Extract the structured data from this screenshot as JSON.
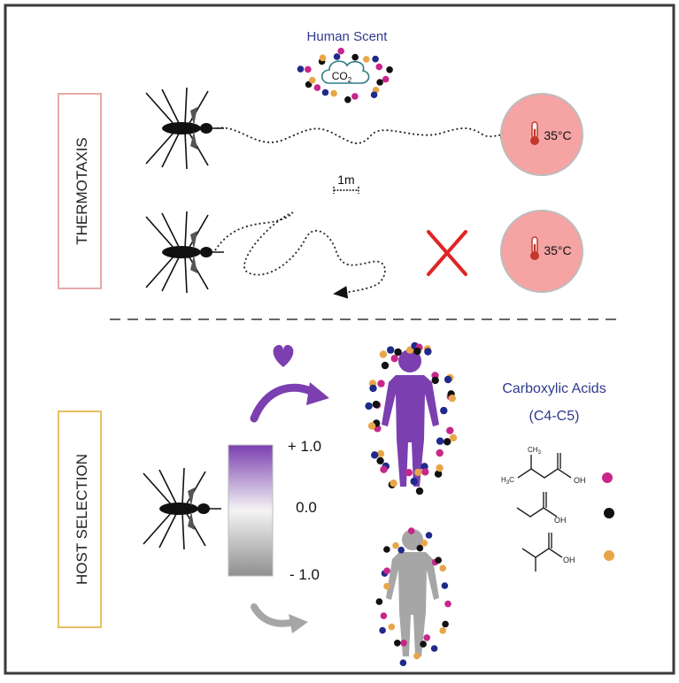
{
  "thermotaxis": {
    "label": "THERMOTAXIS",
    "human_scent_label": "Human Scent",
    "co2_label": "CO",
    "co2_sub": "2",
    "scale_label": "1m",
    "temperature_top": "35°C",
    "temperature_bottom": "35°C"
  },
  "host_selection": {
    "label": "HOST SELECTION",
    "scale_max": "+ 1.0",
    "scale_mid": "0.0",
    "scale_min": "- 1.0",
    "acids_title": "Carboxylic Acids",
    "acids_subtitle": "(C4-C5)",
    "chem_ch3": "CH",
    "chem_ch3_sub": "3",
    "chem_h3c": "H",
    "chem_h3c_sub": "3",
    "chem_h3c_c": "C",
    "chem_oh": "OH"
  },
  "colors": {
    "frame": "#3a3a3a",
    "thermo_box": "#e9a8a8",
    "host_box": "#e7c066",
    "title_blue": "#2e3a8c",
    "target_fill": "#f6a3a3",
    "cross_red": "#e02424",
    "purple": "#7b3fb0",
    "gray": "#9b9b9b",
    "dot_magenta": "#c8268a",
    "dot_black": "#111111",
    "dot_orange": "#e8a64a",
    "dot_navy": "#1f2a8a"
  }
}
